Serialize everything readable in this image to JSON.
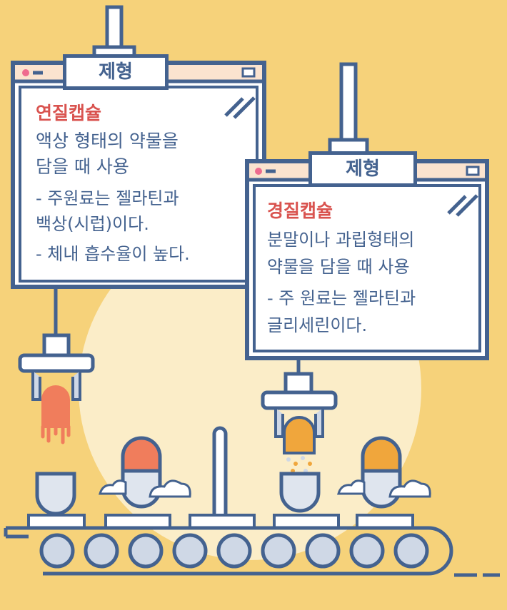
{
  "panels": {
    "soft": {
      "tag": "제형",
      "title": "연질캡슐",
      "lines": [
        "액상 형태의 약물을",
        "담을 때 사용",
        "- 주원료는 젤라틴과",
        "백상(시럽)이다.",
        "- 체내 흡수율이 높다."
      ]
    },
    "hard": {
      "tag": "제형",
      "title": "경질캡슐",
      "lines": [
        "분말이나 과립형태의",
        "약물을 담을 때 사용",
        "- 주 원료는 젤라틴과",
        "글리세린이다."
      ]
    }
  },
  "colors": {
    "background": "#f6d27a",
    "outline": "#44628f",
    "title": "#d9534f",
    "soft_capsule": "#f07d5c",
    "hard_capsule": "#f0a63c",
    "sun": "#fbedc8"
  },
  "icons": [
    "conveyor-belt-icon",
    "capsule-icon",
    "robot-arm-icon",
    "cloud-icon"
  ]
}
